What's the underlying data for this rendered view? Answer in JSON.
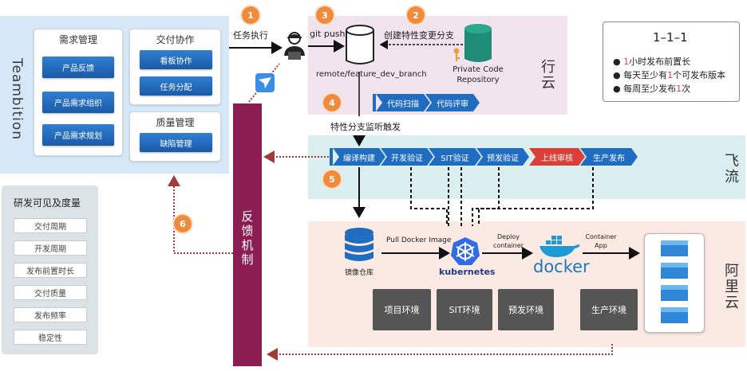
{
  "teambition": {
    "title": "Teambition",
    "req": {
      "title": "需求管理",
      "items": [
        "产品反馈",
        "产品需求组织",
        "产品需求规划"
      ]
    },
    "collab": {
      "title": "交付协作",
      "items": [
        "看板协作",
        "任务分配"
      ]
    },
    "quality": {
      "title": "质量管理",
      "items": [
        "缺陷管理"
      ]
    }
  },
  "metrics": {
    "title": "研发可见及度量",
    "items": [
      "交付周期",
      "开发周期",
      "发布前置时长",
      "交付质量",
      "发布频率",
      "稳定性"
    ]
  },
  "feedback": {
    "label": "反馈机制"
  },
  "steps": [
    "1",
    "2",
    "3",
    "4",
    "5",
    "6"
  ],
  "labels": {
    "task_exec": "任务执行",
    "git_push": "git push",
    "create_branch": "创建特性变更分支",
    "branch_path": "remote/feature_dev_branch",
    "private_repo_1": "Private Code",
    "private_repo_2": "Repository",
    "branch_listen": "特性分支监听触发",
    "pull_image": "Pull Docker Image",
    "deploy_1": "Deploy",
    "deploy_2": "container",
    "container_1": "Container",
    "container_2": "App",
    "registry": "镜像仓库",
    "kubernetes": "kubernetes",
    "docker": "docker"
  },
  "code_tools": [
    "代码扫描",
    "代码评审"
  ],
  "pipeline": [
    "编译构建",
    "开发验证",
    "SIT验证",
    "预发验证",
    "上线审核",
    "生产发布"
  ],
  "environments": [
    "项目环境",
    "SIT环境",
    "预发环境",
    "生产环境"
  ],
  "zones": {
    "xingyun": "行云",
    "feiliu": "飞流",
    "aliyun": "阿里云"
  },
  "goals": {
    "title": "1–1–1",
    "items": [
      {
        "hl": "1",
        "text": "小时发布前置长"
      },
      {
        "pre": "每天至少有",
        "hl": "1",
        "text": "个可发布版本"
      },
      {
        "pre": "每周至少发布",
        "hl": "1",
        "text": "次"
      }
    ]
  },
  "colors": {
    "teambition_bg": "#d6e8f8",
    "xingyun_bg": "#f2e4ef",
    "feiliu_bg": "#dbeff0",
    "aliyun_bg": "#fbe9e3",
    "feedback": "#8b1d52",
    "badge": "#f08a3c",
    "blue": "#1f6cc0",
    "red": "#d9403a"
  }
}
